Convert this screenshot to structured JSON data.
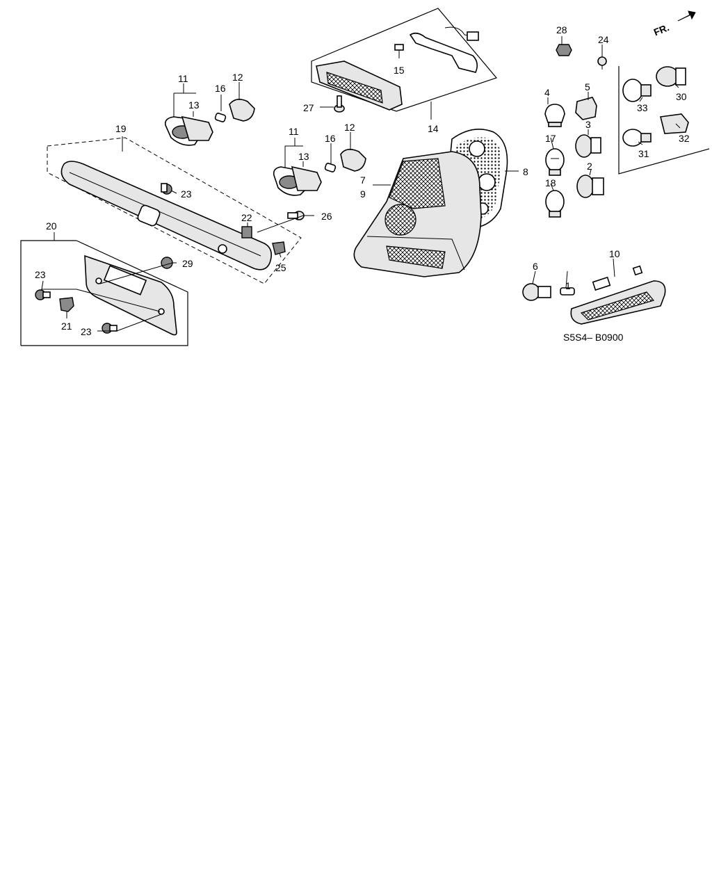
{
  "direction_label": "FR.",
  "diagram_code": "S5S4– B0900",
  "callouts": {
    "c1": "1",
    "c2": "2",
    "c3": "3",
    "c4": "4",
    "c5": "5",
    "c6": "6",
    "c7": "7",
    "c8": "8",
    "c9": "9",
    "c10": "10",
    "c11a": "11",
    "c11b": "11",
    "c12a": "12",
    "c12b": "12",
    "c13a": "13",
    "c13b": "13",
    "c14": "14",
    "c15": "15",
    "c16a": "16",
    "c16b": "16",
    "c17": "17",
    "c18": "18",
    "c19": "19",
    "c20": "20",
    "c21": "21",
    "c22": "22",
    "c23a": "23",
    "c23b": "23",
    "c23c": "23",
    "c24": "24",
    "c25": "25",
    "c26": "26",
    "c27": "27",
    "c28": "28",
    "c29": "29",
    "c30": "30",
    "c31": "31",
    "c32": "32",
    "c33": "33"
  }
}
